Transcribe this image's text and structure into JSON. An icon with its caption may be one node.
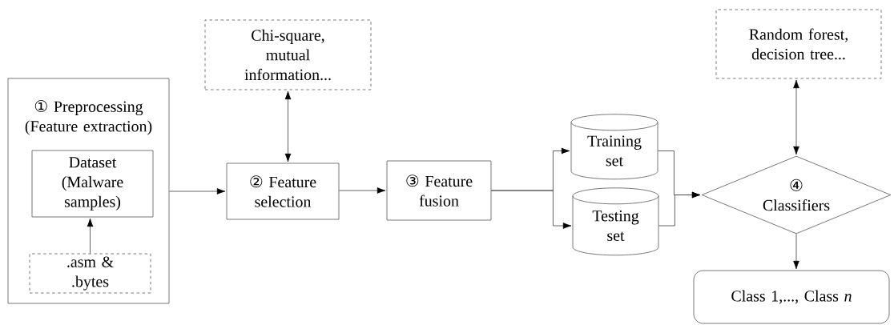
{
  "diagram": {
    "nodes": [
      {
        "text": [
          "①",
          "Preprocessing (Feature extraction)"
        ]
      },
      {
        "text": [
          "Dataset (Malware samples)"
        ],
        "in": 0
      },
      {
        "text": [
          ".asm & .bytes"
        ],
        "in": 0
      },
      {
        "text": [
          "Chi-square, mutual information..."
        ]
      },
      {
        "text": [
          "②",
          "Feature selection"
        ]
      },
      {
        "text": [
          "③",
          "Feature fusion"
        ]
      },
      {
        "text": [
          "Training set"
        ]
      },
      {
        "text": [
          "Testing set"
        ]
      },
      {
        "text": [
          "Random forest, decision tree..."
        ]
      },
      {
        "text": [
          "④",
          "Classifiers"
        ]
      },
      {
        "text": [
          "Class 1,..., Class *n*"
        ]
      }
    ],
    "edges": [
      {
        "from": 2,
        "to": 1,
        "arrow": "to"
      },
      {
        "from": 0,
        "to": 4,
        "arrow": "to"
      },
      {
        "from": 3,
        "to": 4,
        "arrow": "both"
      },
      {
        "from": 4,
        "to": 5,
        "arrow": "to"
      },
      {
        "from": 5,
        "to": 6,
        "arrow": "to"
      },
      {
        "from": 5,
        "to": 7,
        "arrow": "to"
      },
      {
        "from": 6,
        "to": 9,
        "arrow": "to"
      },
      {
        "from": 7,
        "to": 9,
        "arrow": "to"
      },
      {
        "from": 8,
        "to": 9,
        "arrow": "both"
      },
      {
        "from": 9,
        "to": 10,
        "arrow": "to"
      }
    ]
  }
}
